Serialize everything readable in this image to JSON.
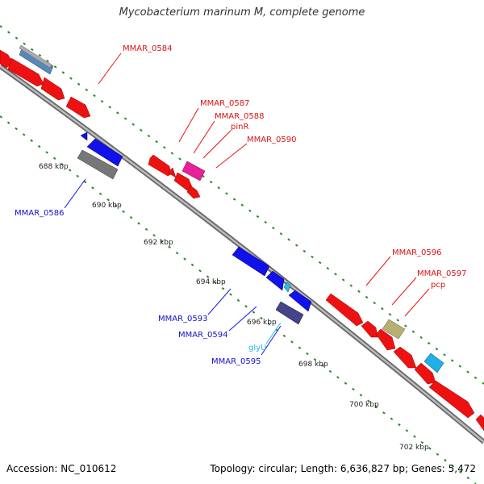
{
  "title": "Mycobacterium marinum M, complete genome",
  "footer": {
    "accession": "Accession: NC_010612",
    "info": "Topology: circular; Length: 6,636,827 bp; Genes: 5,472"
  },
  "colors": {
    "backbone": "#8c8c8c",
    "forward": "#ee1111",
    "reverse": "#1111ee",
    "ruler": "#228b22",
    "pink": "#e8209a",
    "cyan": "#20b0e8",
    "olive": "#b8b070",
    "gray_gene": "#777777",
    "steel": "#5588bb",
    "indigo": "#444488"
  },
  "ruler_labels": [
    "688 kbp",
    "690 kbp",
    "692 kbp",
    "694 kbp",
    "696 kbp",
    "698 kbp",
    "700 kbp",
    "702 kbp"
  ],
  "gene_labels": {
    "mmar_0584": "MMAR_0584",
    "mmar_0587": "MMAR_0587",
    "mmar_0588": "MMAR_0588",
    "pinr": "pinR",
    "mmar_0590": "MMAR_0590",
    "mmar_0586": "MMAR_0586",
    "mmar_0596": "MMAR_0596",
    "mmar_0597": "MMAR_0597",
    "pcp": "pcp",
    "mmar_0593": "MMAR_0593",
    "mmar_0594": "MMAR_0594",
    "glyu": "glyU",
    "mmar_0595": "MMAR_0595"
  }
}
